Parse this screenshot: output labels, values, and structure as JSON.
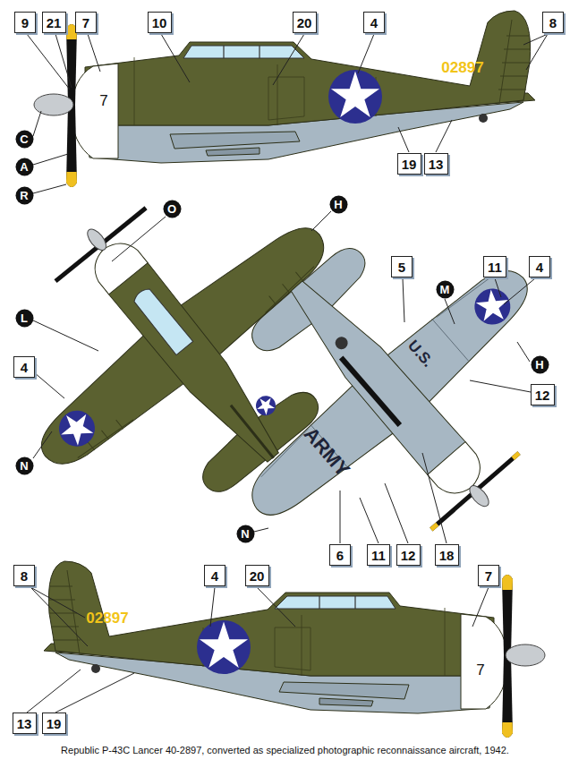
{
  "diagram": {
    "caption": "Republic P-43C Lancer 40-2897, converted as specialized photographic reconnaissance aircraft, 1942.",
    "nodes": [
      {
        "text": [
          "9"
        ]
      },
      {
        "text": [
          "21"
        ]
      },
      {
        "text": [
          "7"
        ]
      },
      {
        "text": [
          "10"
        ]
      },
      {
        "text": [
          "20"
        ]
      },
      {
        "text": [
          "4"
        ]
      },
      {
        "text": [
          "8"
        ]
      },
      {
        "text": [
          "C"
        ]
      },
      {
        "text": [
          "A"
        ]
      },
      {
        "text": [
          "R"
        ]
      },
      {
        "text": [
          "19"
        ]
      },
      {
        "text": [
          "13"
        ]
      },
      {
        "text": [
          "O"
        ]
      },
      {
        "text": [
          "H"
        ]
      },
      {
        "text": [
          "5"
        ]
      },
      {
        "text": [
          "M"
        ]
      },
      {
        "text": [
          "11"
        ]
      },
      {
        "text": [
          "4"
        ]
      },
      {
        "text": [
          "L"
        ]
      },
      {
        "text": [
          "4"
        ]
      },
      {
        "text": [
          "H"
        ]
      },
      {
        "text": [
          "12"
        ]
      },
      {
        "text": [
          "N"
        ]
      },
      {
        "text": [
          "N"
        ]
      },
      {
        "text": [
          "6"
        ]
      },
      {
        "text": [
          "11"
        ]
      },
      {
        "text": [
          "12"
        ]
      },
      {
        "text": [
          "18"
        ]
      },
      {
        "text": [
          "8"
        ]
      },
      {
        "text": [
          "4"
        ]
      },
      {
        "text": [
          "20"
        ]
      },
      {
        "text": [
          "7"
        ]
      },
      {
        "text": [
          "13"
        ]
      },
      {
        "text": [
          "19"
        ]
      }
    ],
    "labels": [
      "7",
      "02897",
      "U.S.",
      "ARMY",
      "02897",
      "7"
    ]
  }
}
